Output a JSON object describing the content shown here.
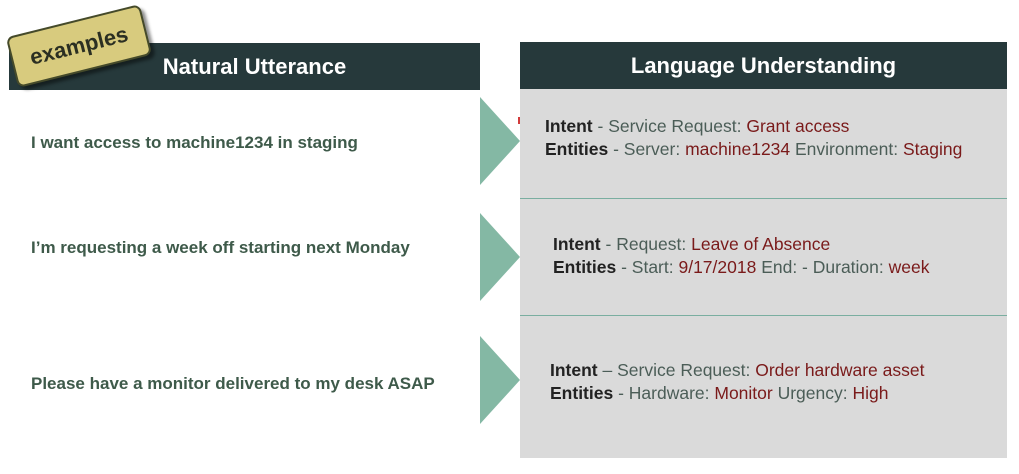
{
  "badge": "examples",
  "headers": {
    "left": "Natural Utterance",
    "right": "Language Understanding"
  },
  "colors": {
    "header_bg": "#26393b",
    "badge_bg": "#d8cb7e",
    "arrow": "#84b8a4",
    "panel_bg": "#dadada",
    "utterance_text": "#3e5a4a",
    "value_text": "#7a1a1a"
  },
  "examples": [
    {
      "utterance": "I want access to machine1234 in staging",
      "intent_label": "Intent",
      "intent_sep": " - ",
      "intent_key": "Service Request:  ",
      "intent_value": "Grant access",
      "entities_label": "Entities",
      "entities_sep": " - ",
      "entities": [
        {
          "key": "Server: ",
          "value": "machine1234"
        },
        {
          "key": " Environment: ",
          "value": "Staging"
        }
      ]
    },
    {
      "utterance": "I’m requesting a week off starting next Monday",
      "intent_label": "Intent",
      "intent_sep": " - ",
      "intent_key": "Request: ",
      "intent_value": "Leave of Absence",
      "entities_label": "Entities",
      "entities_sep": " - ",
      "entities": [
        {
          "key": "Start: ",
          "value": "9/17/2018"
        },
        {
          "key": " End: - Duration: ",
          "value": "week"
        }
      ]
    },
    {
      "utterance": "Please have a monitor delivered to my desk ASAP",
      "intent_label": "Intent",
      "intent_sep": " – ",
      "intent_key": "Service Request: ",
      "intent_value": "Order hardware asset",
      "entities_label": "Entities",
      "entities_sep": " - ",
      "entities": [
        {
          "key": "Hardware: ",
          "value": "Monitor"
        },
        {
          "key": " Urgency: ",
          "value": "High"
        }
      ]
    }
  ]
}
